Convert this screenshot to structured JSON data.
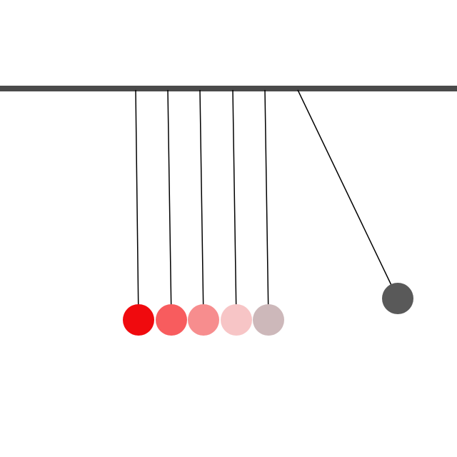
{
  "scene": {
    "type": "newtons-cradle",
    "background_color": "#ffffff",
    "bar_color": "#4a4a4a",
    "string_color": "#000000",
    "ball_count": 6
  },
  "balls": [
    {
      "name": "ball-1",
      "color": "#f00a0e",
      "state": "resting"
    },
    {
      "name": "ball-2",
      "color": "#f85c5e",
      "state": "resting"
    },
    {
      "name": "ball-3",
      "color": "#f78d8e",
      "state": "resting"
    },
    {
      "name": "ball-4",
      "color": "#f7c5c6",
      "state": "resting"
    },
    {
      "name": "ball-5",
      "color": "#cdb8ba",
      "state": "resting"
    },
    {
      "name": "ball-6",
      "color": "#595959",
      "state": "swung-out"
    }
  ]
}
